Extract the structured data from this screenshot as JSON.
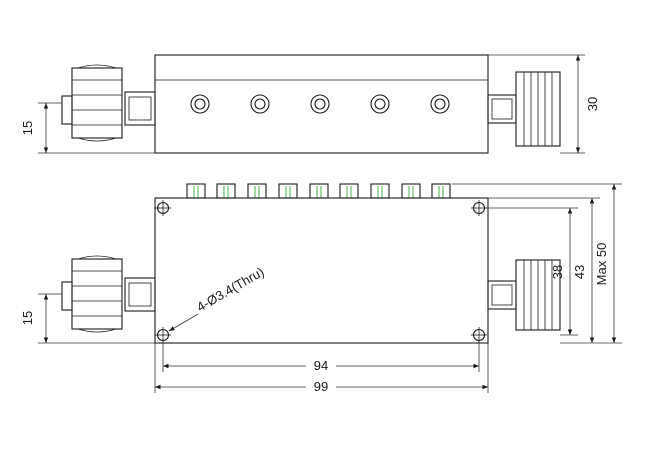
{
  "colors": {
    "line": "#1a1a1a",
    "accent": "#2fa83a",
    "background": "#ffffff"
  },
  "dimensions": {
    "top_height": "30",
    "top_connector": "15",
    "bottom_connector": "15",
    "hole_spacing_v": "38",
    "body_height": "43",
    "max_height": "Max 50",
    "hole_spacing_h": "94",
    "body_length": "99"
  },
  "annotation": {
    "holes": "4-Ø3.4(Thru)"
  }
}
